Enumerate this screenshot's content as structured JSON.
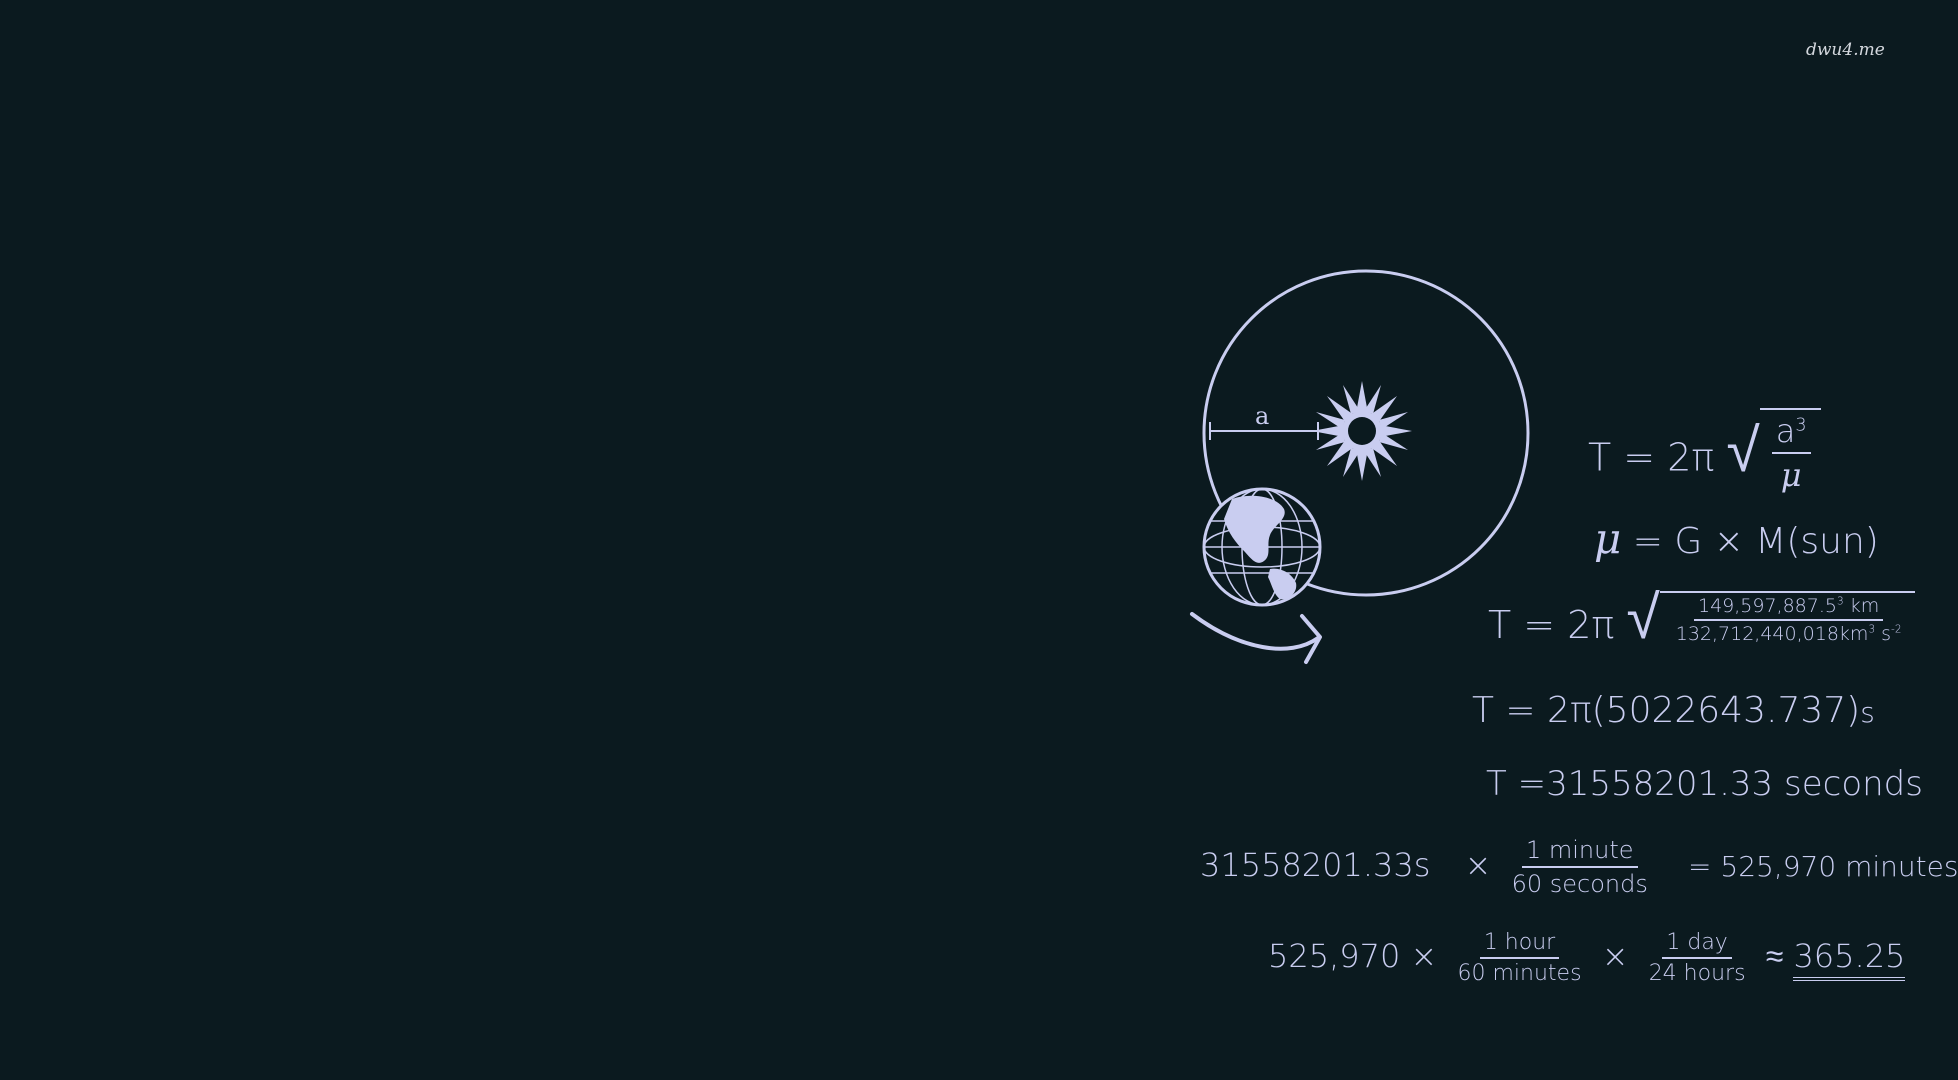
{
  "watermark": "dwu4.me",
  "diagram": {
    "orbit_label": "a"
  },
  "equations": {
    "eq1": {
      "lhs": "T = 2π",
      "num": "a",
      "num_exp": "3",
      "den": "μ"
    },
    "eq2": {
      "mu": "μ",
      "rest": "= G × M(sun)"
    },
    "eq3": {
      "lhs": "T = 2π",
      "num": "149,597,887.5",
      "num_exp": "3",
      "num_unit": "km",
      "den": "132,712,440,018km",
      "den_exp": "3",
      "den_unit": "s",
      "den_unit_exp": "-2"
    },
    "eq4": {
      "text": "T = 2π(5022643.737)",
      "unit": "s"
    },
    "eq5": {
      "text": "T =31558201.33 seconds"
    },
    "eq6": {
      "lhs": "31558201.33s",
      "times": "×",
      "num": "1 minute",
      "den": "60 seconds",
      "result": "= 525,970 minutes"
    },
    "eq7": {
      "lhs": "525,970 ×",
      "num1": "1 hour",
      "den1": "60 minutes",
      "times": "×",
      "num2": "1 day",
      "den2": "24 hours",
      "approx": "≈",
      "result": "365.25"
    }
  },
  "colors": {
    "background": "#0b1a1f",
    "chalk": "#c9cdf0"
  }
}
